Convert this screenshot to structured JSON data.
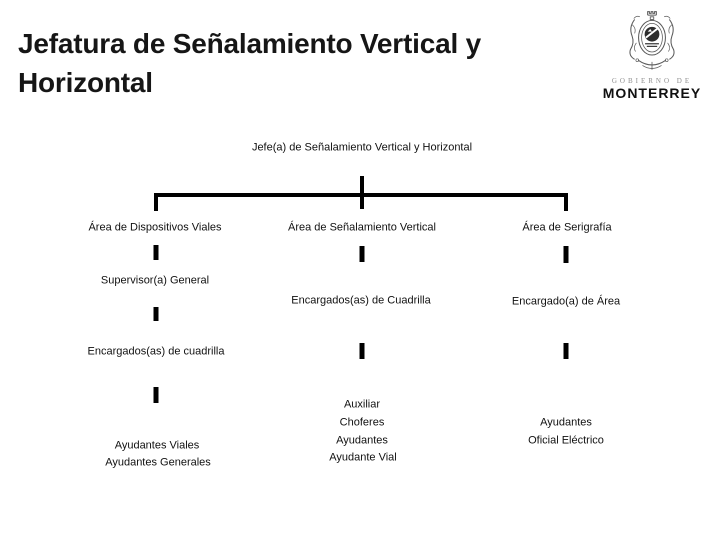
{
  "title": "Jefatura de Señalamiento Vertical y Horizontal",
  "logo": {
    "top_text": "GOBIERNO DE",
    "name": "MONTERREY"
  },
  "colors": {
    "connector_line": "#000000",
    "title_text": "#161616"
  },
  "org_chart": {
    "root": "Jefe(a) de Señalamiento Vertical y Horizontal",
    "columns": [
      {
        "header": "Área de Dispositivos Viales",
        "manager": "Supervisor(a) General",
        "sub_manager": "Encargados(as) de cuadrilla",
        "staff": [
          "Ayudantes Viales",
          "Ayudantes Generales"
        ]
      },
      {
        "header": "Área de Señalamiento Vertical",
        "manager": "Encargados(as) de Cuadrilla",
        "staff": [
          "Auxiliar",
          "Choferes",
          "Ayudantes",
          "Ayudante Vial"
        ]
      },
      {
        "header": "Área de Serigrafía",
        "manager": "Encargado(a) de Área",
        "staff": [
          "Ayudantes",
          "Oficial Eléctrico"
        ]
      }
    ]
  }
}
